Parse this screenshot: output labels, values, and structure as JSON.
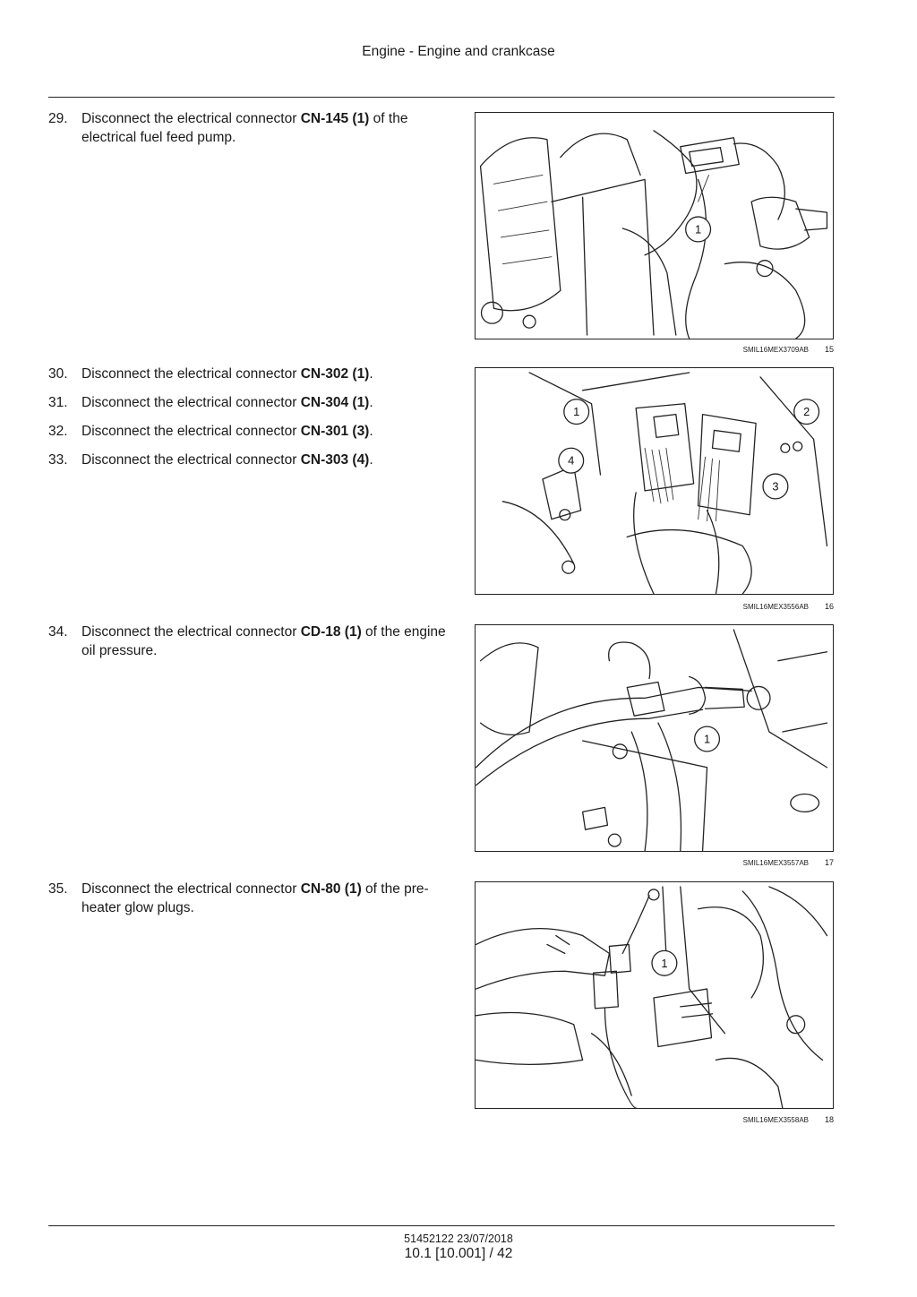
{
  "header": {
    "title": "Engine - Engine and crankcase"
  },
  "steps": [
    {
      "num": "29.",
      "pre": "Disconnect the electrical connector ",
      "code": "CN-145 (1)",
      "post": " of the electrical fuel feed pump."
    },
    {
      "num": "30.",
      "pre": "Disconnect the electrical connector ",
      "code": "CN-302 (1)",
      "post": "."
    },
    {
      "num": "31.",
      "pre": "Disconnect the electrical connector ",
      "code": "CN-304 (1)",
      "post": "."
    },
    {
      "num": "32.",
      "pre": "Disconnect the electrical connector ",
      "code": "CN-301 (3)",
      "post": "."
    },
    {
      "num": "33.",
      "pre": "Disconnect the electrical connector ",
      "code": "CN-303 (4)",
      "post": "."
    },
    {
      "num": "34.",
      "pre": "Disconnect the electrical connector ",
      "code": "CD-18 (1)",
      "post": " of the engine oil pressure."
    },
    {
      "num": "35.",
      "pre": "Disconnect the electrical connector ",
      "code": "CN-80 (1)",
      "post": " of the pre-heater glow plugs."
    }
  ],
  "figures": [
    {
      "ref": "SMIL16MEX3709AB",
      "num": "15",
      "callouts": [
        "1"
      ]
    },
    {
      "ref": "SMIL16MEX3556AB",
      "num": "16",
      "callouts": [
        "1",
        "2",
        "4",
        "3"
      ]
    },
    {
      "ref": "SMIL16MEX3557AB",
      "num": "17",
      "callouts": [
        "1"
      ]
    },
    {
      "ref": "SMIL16MEX3558AB",
      "num": "18",
      "callouts": [
        "1"
      ]
    }
  ],
  "footer": {
    "doc": "51452122 23/07/2018",
    "page": "10.1 [10.001] / 42"
  }
}
